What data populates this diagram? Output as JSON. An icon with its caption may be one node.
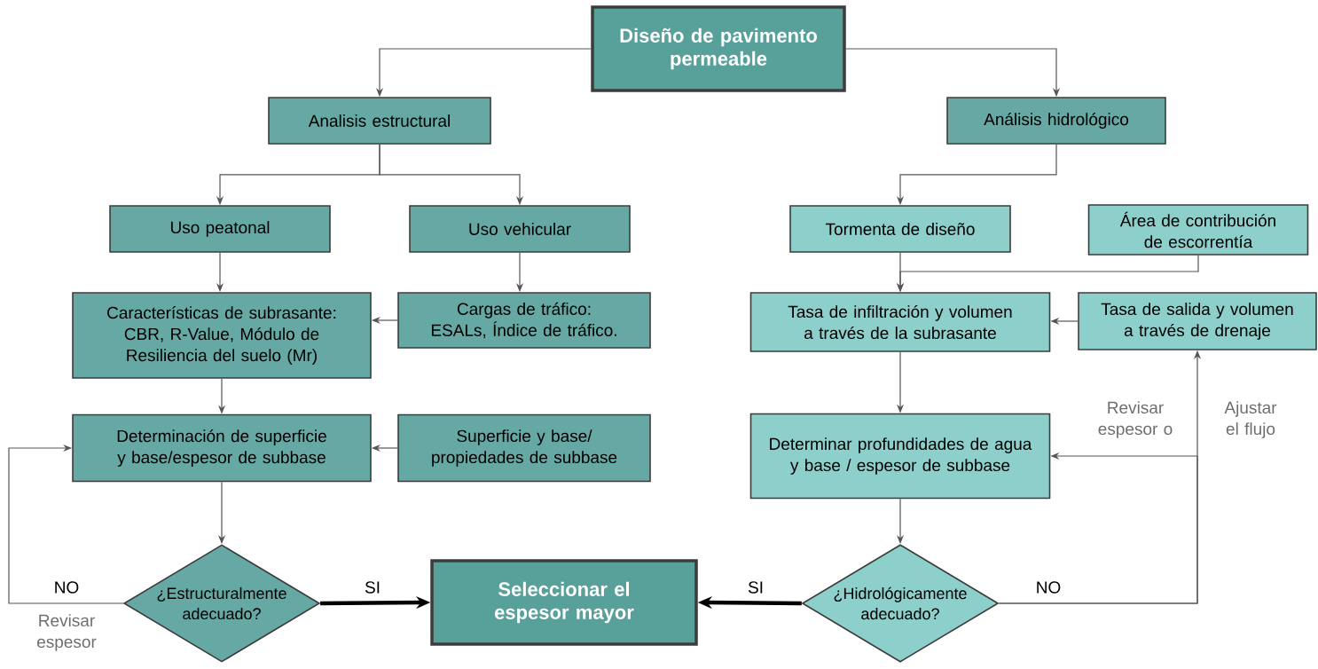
{
  "diagram": {
    "nodes": [
      {
        "text": [
          "Diseño de pavimento permeable"
        ]
      },
      {
        "text": [
          "Analisis estructural"
        ]
      },
      {
        "text": [
          "Análisis hidrológico"
        ]
      },
      {
        "text": [
          "Uso peatonal"
        ]
      },
      {
        "text": [
          "Uso vehicular"
        ]
      },
      {
        "text": [
          "Tormenta de diseño"
        ]
      },
      {
        "text": [
          "Área de contribución de escorrentía"
        ]
      },
      {
        "text": [
          "Características de subrasante: CBR, R-Value, Módulo de Resiliencia del suelo (Mr)"
        ]
      },
      {
        "text": [
          "Cargas de tráfico: ESALs, Índice de tráfico."
        ]
      },
      {
        "text": [
          "Tasa de infiltración y volumen a través de la subrasante"
        ]
      },
      {
        "text": [
          "Tasa de salida y volumen a través de drenaje"
        ]
      },
      {
        "text": [
          "Determinación de superficie y base/espesor de subbase"
        ]
      },
      {
        "text": [
          "Superficie y base/ propiedades de subbase"
        ]
      },
      {
        "text": [
          "Determinar profundidades de agua y base / espesor de subbase"
        ]
      },
      {
        "text": [
          "¿Estructuralmente adecuado?"
        ]
      },
      {
        "text": [
          "Seleccionar el espesor mayor"
        ]
      },
      {
        "text": [
          "¿Hidrológicamente adecuado?"
        ]
      }
    ],
    "edges": [
      {
        "from": 0,
        "to": 1,
        "arrow": "to"
      },
      {
        "from": 0,
        "to": 2,
        "arrow": "to"
      },
      {
        "from": 1,
        "to": 3,
        "arrow": "to"
      },
      {
        "from": 1,
        "to": 4,
        "arrow": "to"
      },
      {
        "from": 2,
        "to": 5,
        "arrow": "to"
      },
      {
        "from": 3,
        "to": 7,
        "arrow": "to"
      },
      {
        "from": 4,
        "to": 8,
        "arrow": "to"
      },
      {
        "from": 8,
        "to": 7,
        "arrow": "to"
      },
      {
        "from": 5,
        "to": 9,
        "arrow": "to"
      },
      {
        "from": 6,
        "to": 9,
        "arrow": "to"
      },
      {
        "from": 10,
        "to": 9,
        "arrow": "to"
      },
      {
        "from": 7,
        "to": 11,
        "arrow": "to"
      },
      {
        "from": 12,
        "to": 11,
        "arrow": "to"
      },
      {
        "from": 11,
        "to": 14,
        "arrow": "to"
      },
      {
        "from": 14,
        "to": 11,
        "arrow": "to",
        "label": "NO"
      },
      {
        "from": 14,
        "to": 15,
        "arrow": "to",
        "label": "SI",
        "style": "thick",
        "color": "#000000"
      },
      {
        "from": 9,
        "to": 13,
        "arrow": "to"
      },
      {
        "from": 13,
        "to": 16,
        "arrow": "to"
      },
      {
        "from": 16,
        "to": 15,
        "arrow": "to",
        "label": "SI",
        "style": "thick",
        "color": "#000000"
      },
      {
        "from": 16,
        "to": 13,
        "arrow": "to",
        "label": "Revisar espesor o"
      },
      {
        "from": 16,
        "to": 10,
        "arrow": "to",
        "label": "Ajustar el flujo"
      }
    ],
    "labels": [
      "NO",
      "Revisar espesor"
    ]
  }
}
